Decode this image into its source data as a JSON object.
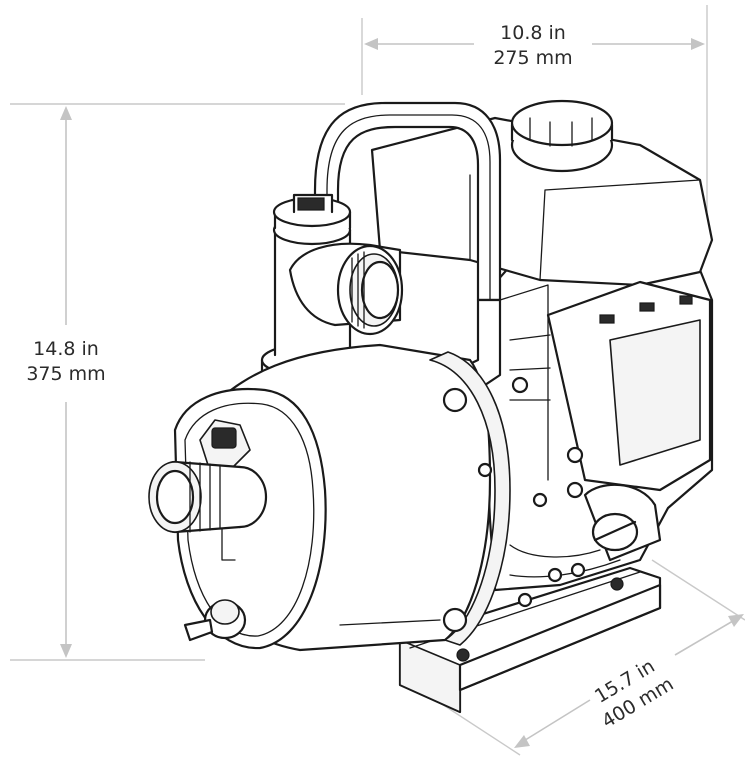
{
  "dimensions": {
    "width": {
      "imperial": "10.8 in",
      "metric": "275 mm"
    },
    "height": {
      "imperial": "14.8 in",
      "metric": "375 mm"
    },
    "depth": {
      "imperial": "15.7 in",
      "metric": "400 mm"
    }
  },
  "colors": {
    "dimension_line": "#c4c4c4",
    "ink": "#1a1a1a",
    "background": "#ffffff"
  }
}
